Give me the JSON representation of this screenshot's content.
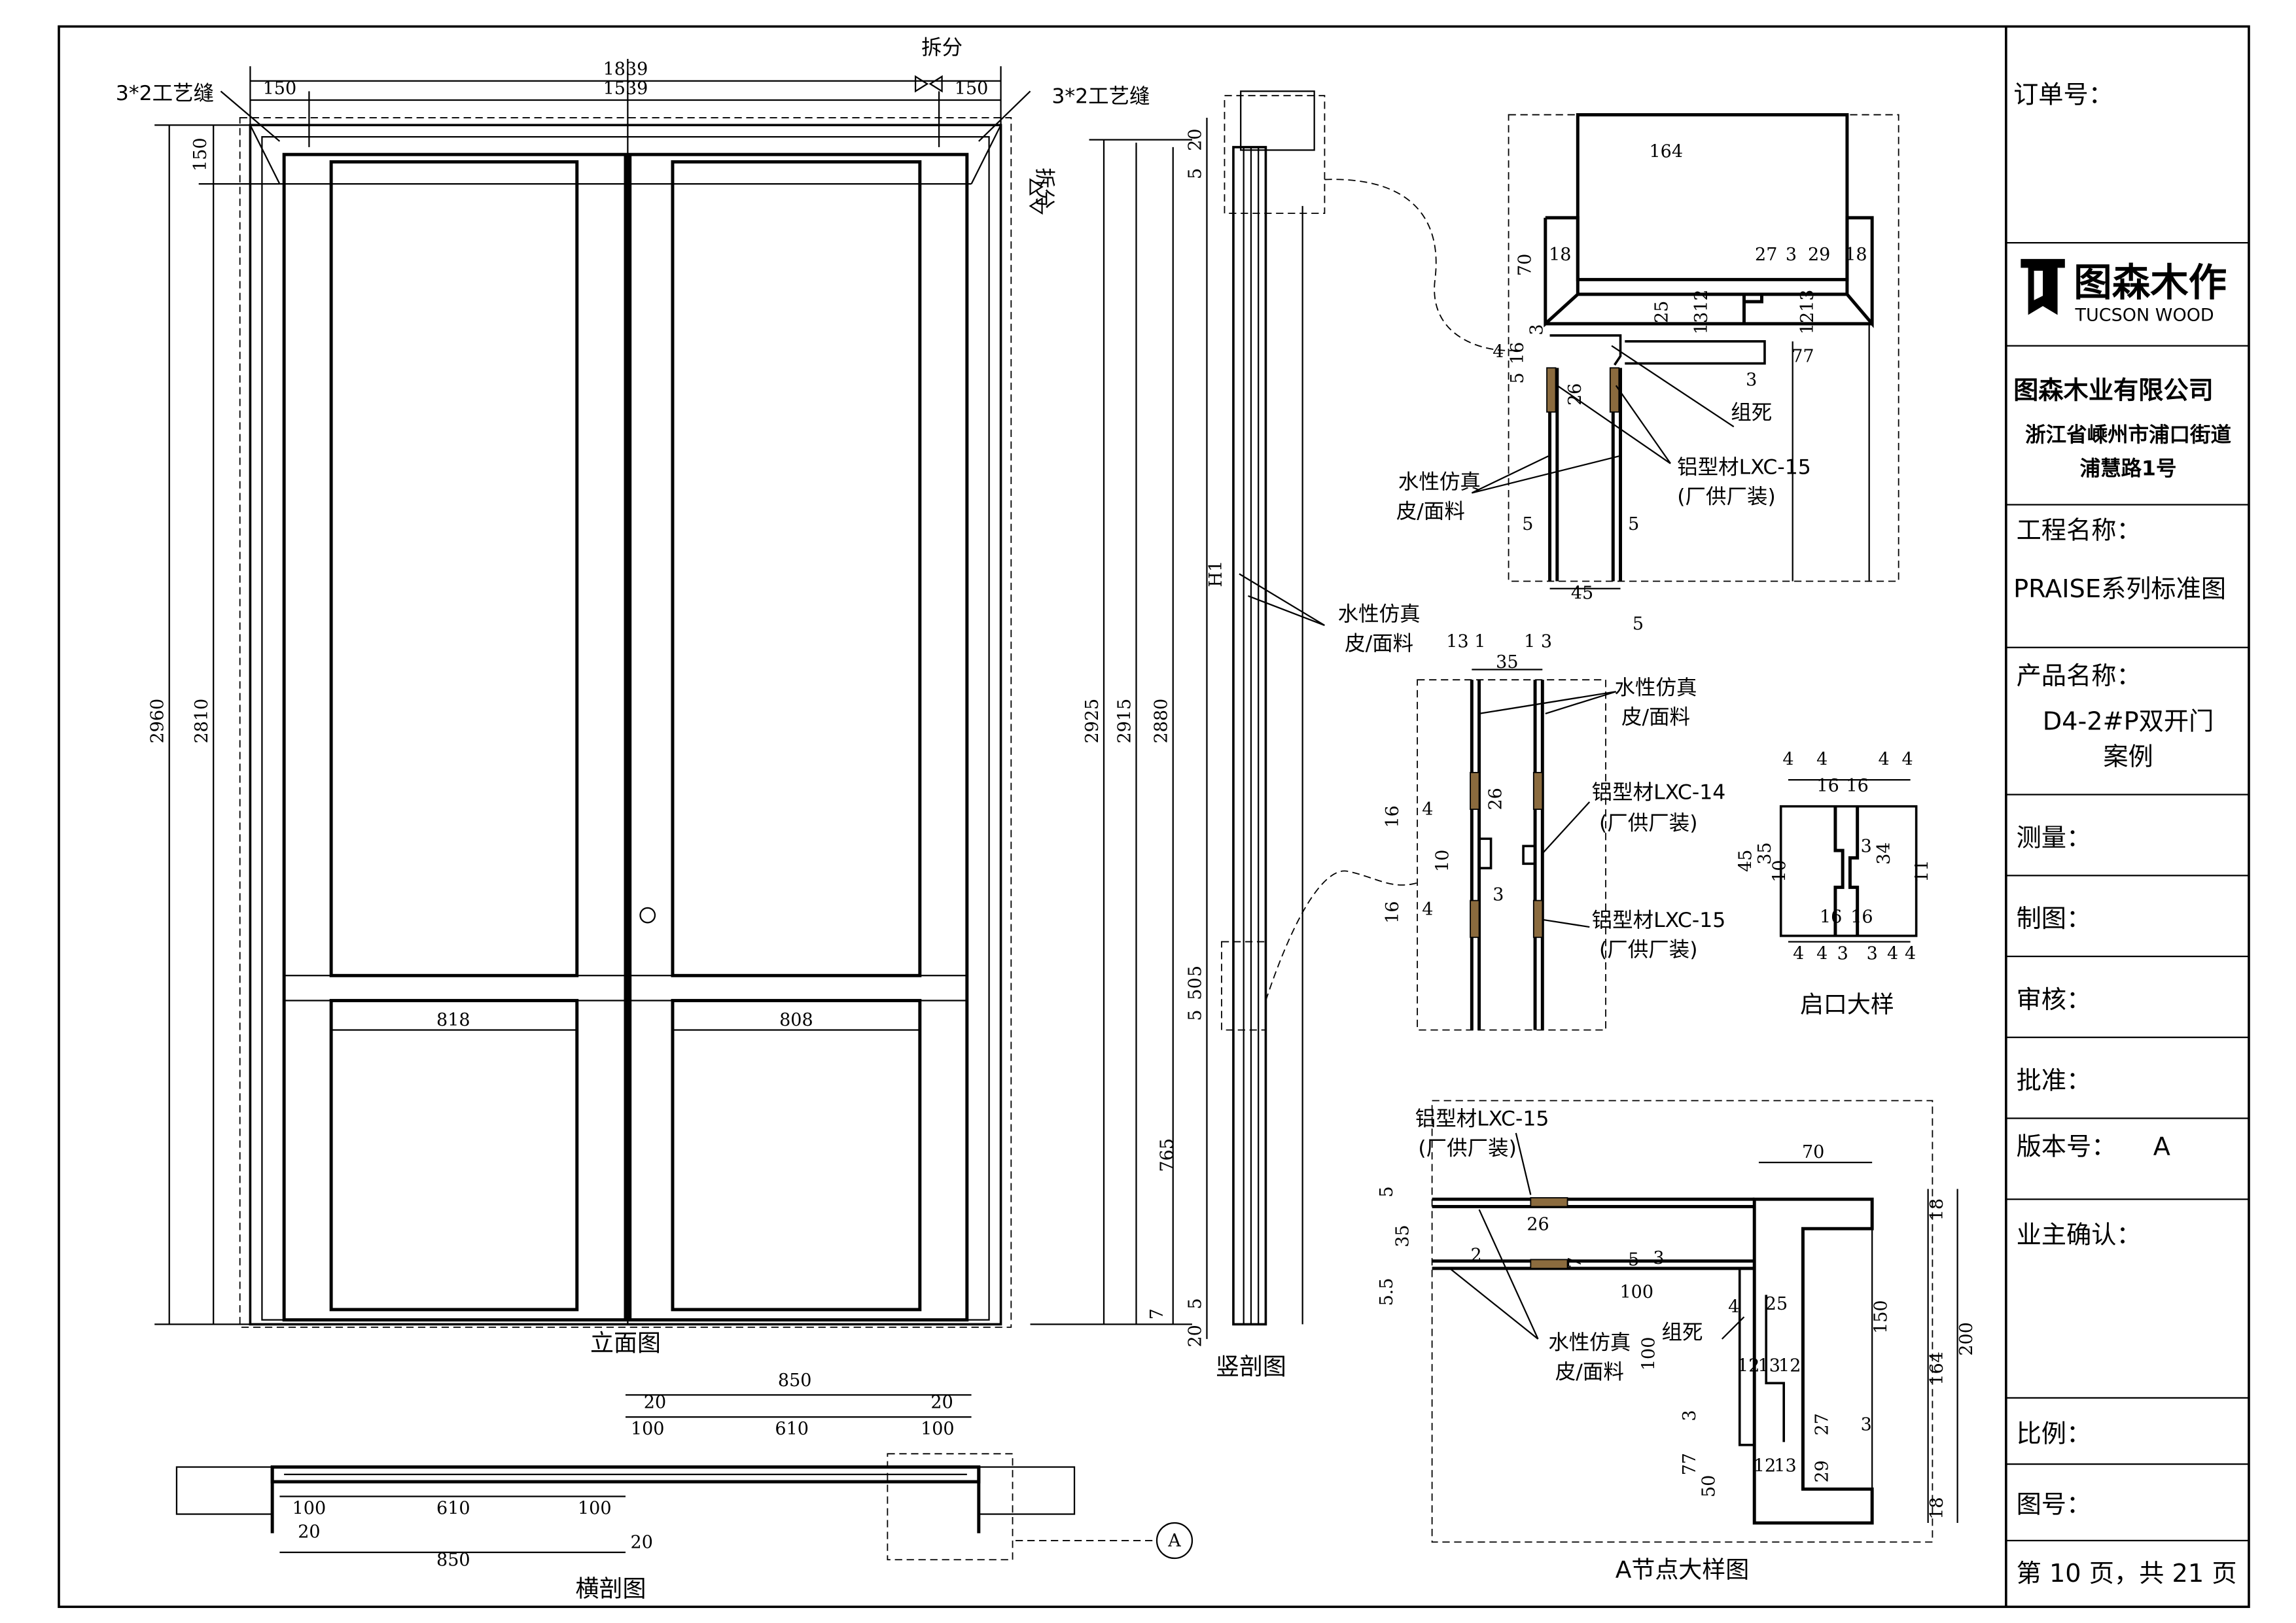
{
  "title_block": {
    "order_no_label": "订单号：",
    "logo_cn": "图森木作",
    "logo_en": "TUCSON WOOD",
    "company": "图森木业有限公司",
    "address_line1": "浙江省嵊州市浦口街道",
    "address_line2": "浦慧路1号",
    "project_label": "工程名称：",
    "project_value": "PRAISE系列标准图",
    "product_label": "产品名称：",
    "product_value_line1": "D4-2#P双开门",
    "product_value_line2": "案例",
    "survey_label": "测量：",
    "drafting_label": "制图：",
    "review_label": "审核：",
    "approve_label": "批准：",
    "version_label": "版本号：",
    "version_value": "A",
    "owner_confirm_label": "业主确认：",
    "scale_label": "比例：",
    "drawing_no_label": "图号：",
    "page_info": "第 10 页，共 21 页"
  },
  "view_titles": {
    "elevation": "立面图",
    "vertical_section": "竖剖图",
    "horizontal_section": "横剖图",
    "detail_a": "A节点大样图",
    "rebate_detail": "启口大样"
  },
  "section_marker": "A",
  "elevation": {
    "dims": [
      "1839",
      "1539",
      "150",
      "150",
      "150",
      "2960",
      "2810",
      "2925",
      "2915",
      "2880",
      "818",
      "808"
    ],
    "labels": [
      "3*2工艺缝",
      "3*2工艺缝",
      "拆分",
      "拆分"
    ]
  },
  "vertical_section": {
    "dims": [
      "20",
      "5",
      "H1",
      "5",
      "50",
      "5",
      "765",
      "5",
      "20",
      "7"
    ],
    "labels": [
      "水性仿真",
      "皮/面料"
    ]
  },
  "top_detail": {
    "dims": [
      "164",
      "18",
      "27",
      "3",
      "29",
      "18",
      "70",
      "25",
      "1312",
      "1213",
      "77",
      "3",
      "3",
      "16",
      "4",
      "5",
      "26",
      "5",
      "5",
      "45",
      "5"
    ],
    "labels": [
      "组死",
      "铝型材LXC-15",
      "(厂供厂装)",
      "水性仿真",
      "皮/面料"
    ]
  },
  "middle_detail": {
    "dims": [
      "13 1",
      "1 3",
      "35",
      "26",
      "16",
      "4",
      "10",
      "3",
      "16",
      "4"
    ],
    "labels": [
      "水性仿真",
      "皮/面料",
      "铝型材LXC-14",
      "(厂供厂装)",
      "铝型材LXC-15",
      "(厂供厂装)"
    ]
  },
  "rebate_detail": {
    "dims": [
      "4",
      "4",
      "16",
      "16",
      "4",
      "4",
      "45",
      "35",
      "10",
      "3",
      "34",
      "11",
      "4",
      "4",
      "3",
      "16",
      "16",
      "3",
      "4",
      "4"
    ]
  },
  "detail_a": {
    "dims": [
      "70",
      "5",
      "35",
      "26",
      "5.5",
      "2",
      "7",
      "5",
      "3",
      "100",
      "4",
      "25",
      "150",
      "164",
      "200",
      "18",
      "18",
      "100",
      "12",
      "13",
      "12",
      "3",
      "3",
      "27",
      "29",
      "77",
      "50",
      "12",
      "13"
    ],
    "labels": [
      "铝型材LXC-15",
      "(厂供厂装)",
      "水性仿真",
      "皮/面料",
      "组死"
    ]
  },
  "horizontal_section": {
    "dims": [
      "850",
      "20",
      "20",
      "100",
      "610",
      "100",
      "100",
      "610",
      "100",
      "20",
      "20",
      "850"
    ]
  }
}
